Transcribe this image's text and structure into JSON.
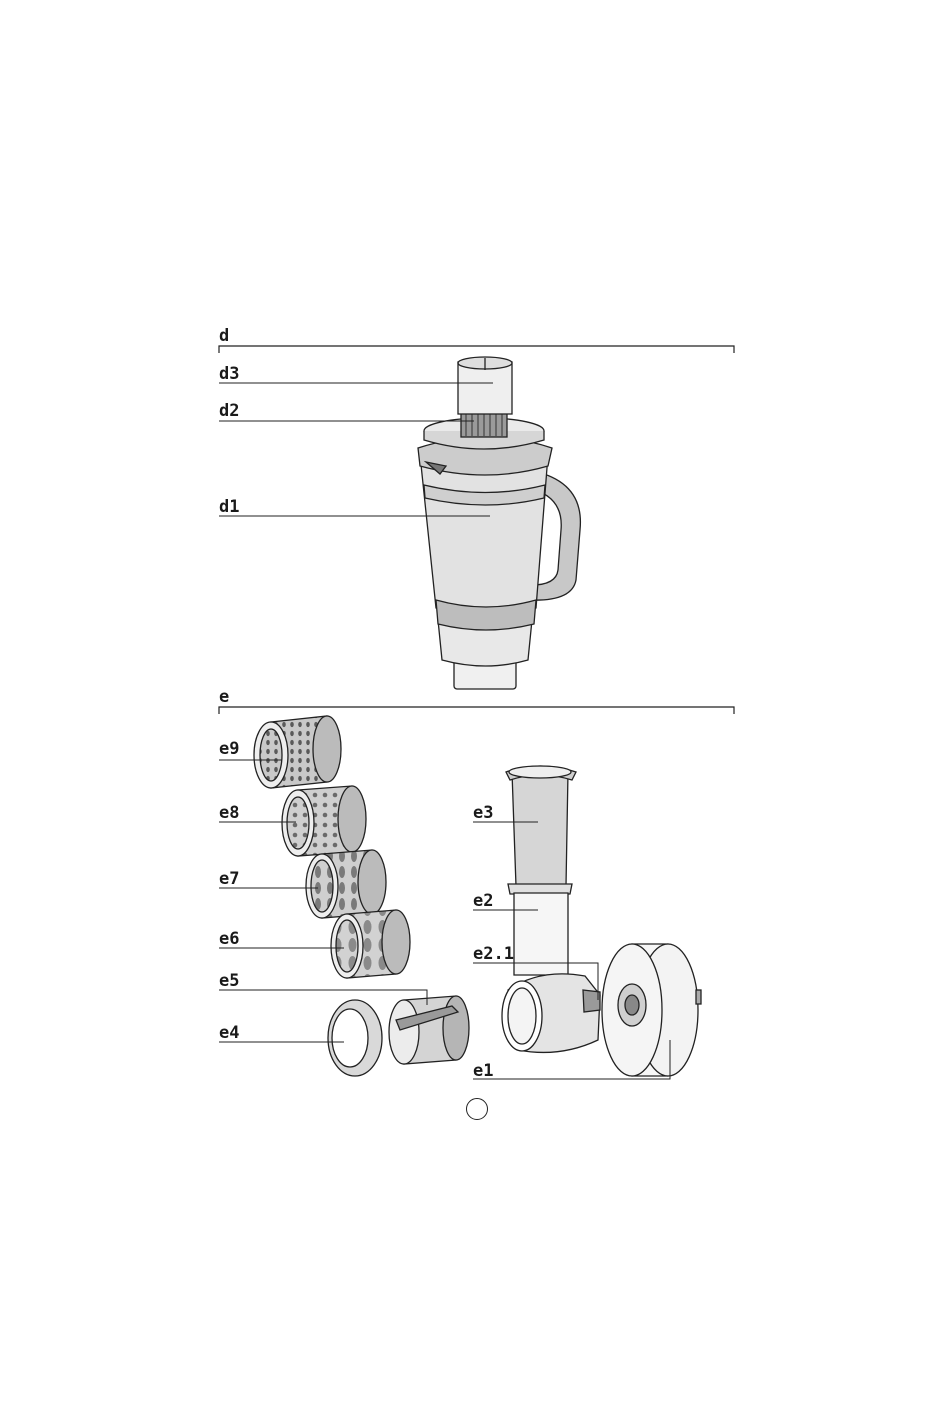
{
  "sections": {
    "d": {
      "heading": "d",
      "parts": [
        {
          "label": "d3"
        },
        {
          "label": "d2"
        },
        {
          "label": "d1"
        }
      ]
    },
    "e": {
      "heading": "e",
      "parts": [
        {
          "label": "e9"
        },
        {
          "label": "e8"
        },
        {
          "label": "e7"
        },
        {
          "label": "e6"
        },
        {
          "label": "e5"
        },
        {
          "label": "e4"
        },
        {
          "label": "e3"
        },
        {
          "label": "e2"
        },
        {
          "label": "e2.1"
        },
        {
          "label": "e1"
        }
      ]
    }
  },
  "colors": {
    "line": "#222222",
    "fill_light": "#eeeeee",
    "fill_mid": "#c8c8c8",
    "fill_dark": "#9a9a9a"
  }
}
